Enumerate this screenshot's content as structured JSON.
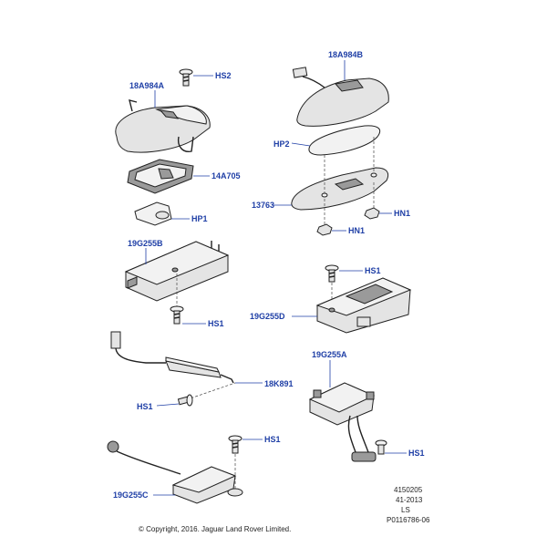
{
  "labels": {
    "hs2": "HS2",
    "a18a984a": "18A984A",
    "a18a984b": "18A984B",
    "hp2": "HP2",
    "a14a705": "14A705",
    "a13763": "13763",
    "hn1_top": "HN1",
    "hn1_bottom": "HN1",
    "hp1": "HP1",
    "a19g255b": "19G255B",
    "hs1_right_top": "HS1",
    "hs1_left_mid": "HS1",
    "a19g255d": "19G255D",
    "a18k891": "18K891",
    "hs1_left_low": "HS1",
    "a19g255a": "19G255A",
    "hs1_bottom_mid": "HS1",
    "hs1_bottom_right": "HS1",
    "a19g255c": "19G255C"
  },
  "footer": {
    "code_1": "4150205",
    "code_2": "41-2013",
    "code_3": "LS",
    "code_4": "P0116786-06",
    "copyright": "© Copyright, 2016. Jaguar Land Rover Limited."
  },
  "colors": {
    "callout": "#1f3fa6",
    "line": "#222222"
  }
}
